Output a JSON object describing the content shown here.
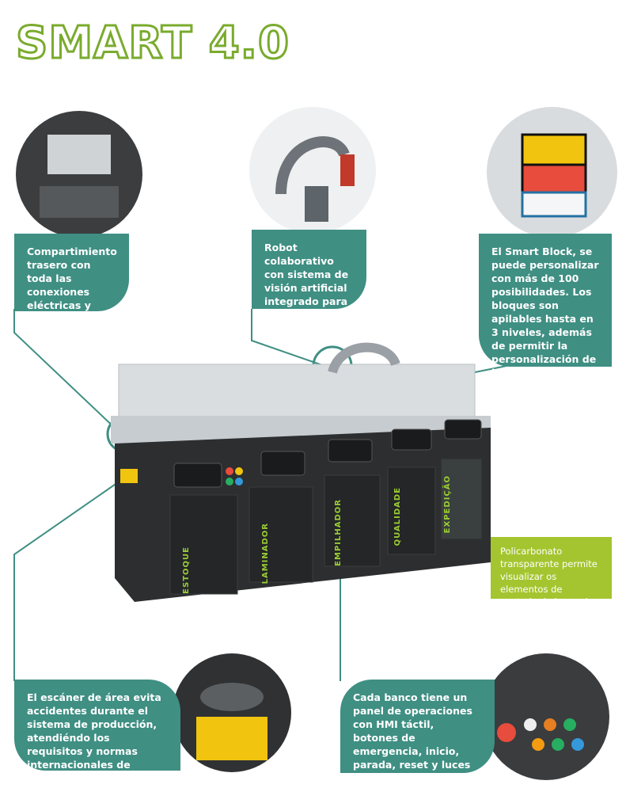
{
  "title": "SMART 4.0",
  "callouts": {
    "rear": "Compartimiento trasero con toda las conexiones eléctricas y neumáticas",
    "robot": "Robot colaborativo con sistema de visión artificial integrado para control de calidad",
    "block": "El Smart Block, se puede personalizar con más de 100 posibilidades. Los bloques son apilables hasta en 3 niveles, además de permitir la personalización de las láminas",
    "polycarbonate": "Policarbonato transparente permite visualizar os elementos de controle da bancada.",
    "scanner": "El escáner de área evita accidentes durante el sistema de producción, atendiéndo los requisitos y normas internacionales de seguridad",
    "panel": "Cada banco tiene un panel de operaciones con HMI táctil, botones de emergencia, inicio, parada, reset y luces de seguridad"
  },
  "cabinets": [
    "ESTOQUE",
    "LAMINADOR",
    "EMPILHADOR",
    "QUALIDADE",
    "EXPEDIÇÃO"
  ],
  "brand_mark": "SMART 4.0",
  "colors": {
    "teal": "#3f8f83",
    "lime": "#a4c52f",
    "title_outline": "#7aab2d"
  }
}
